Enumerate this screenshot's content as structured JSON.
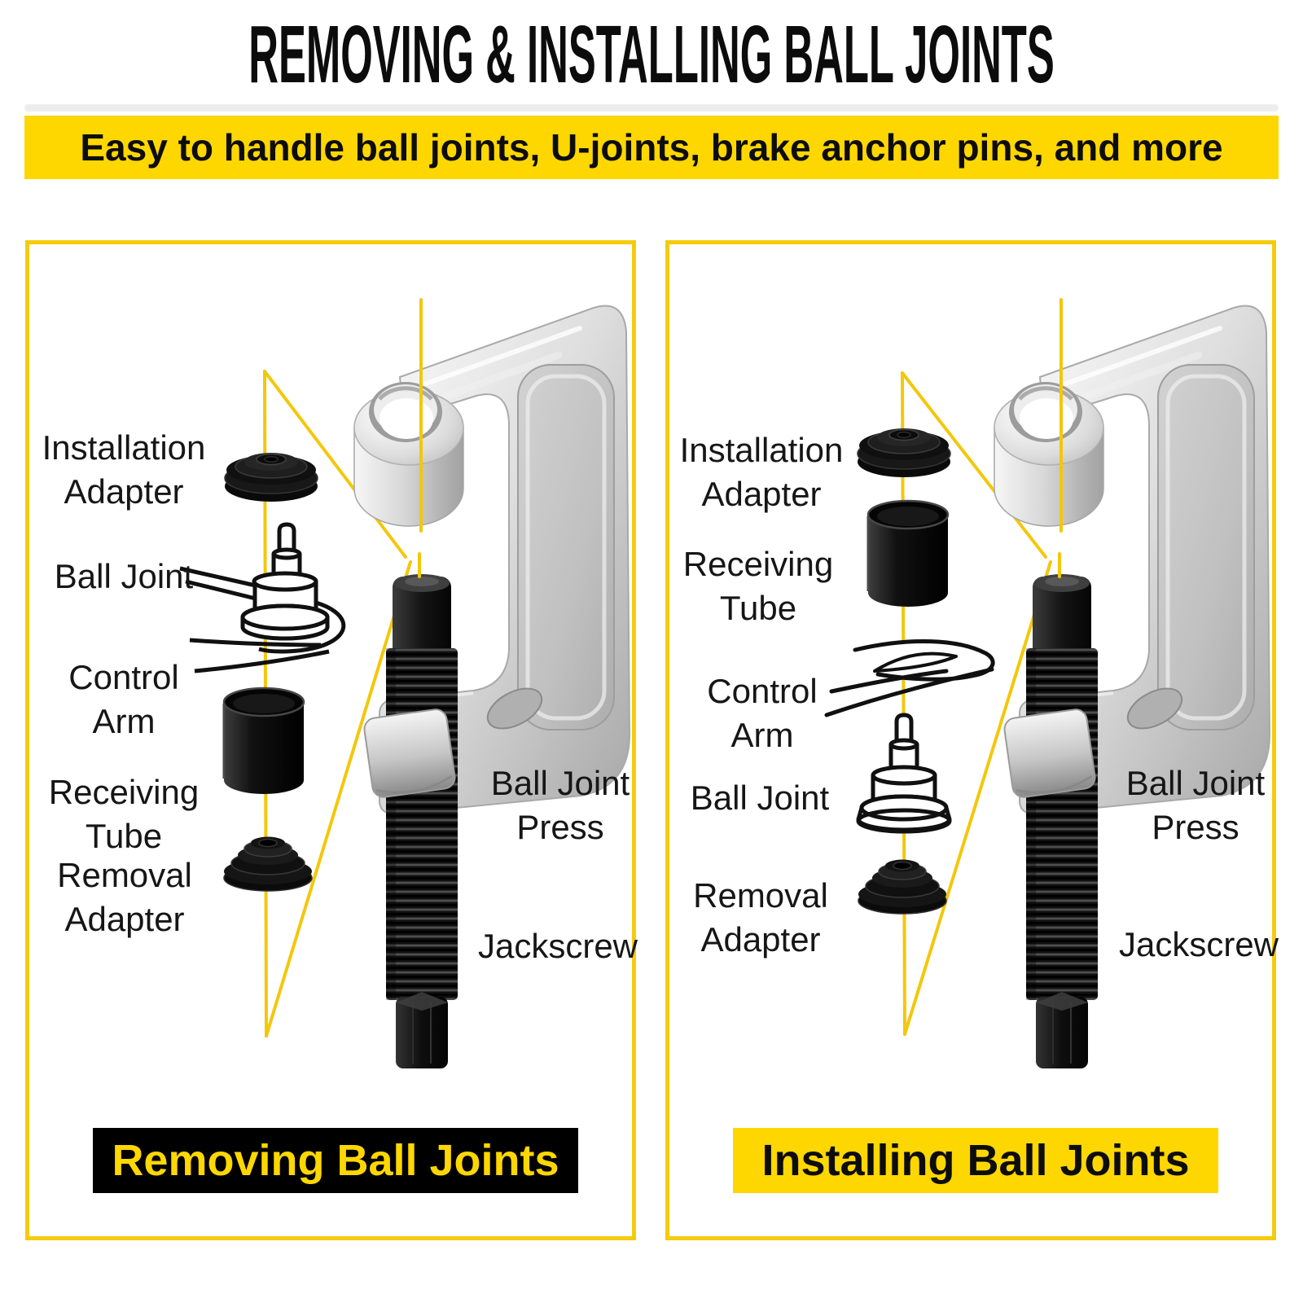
{
  "header": {
    "title": "REMOVING & INSTALLING BALL JOINTS",
    "subtitle": "Easy to handle ball joints, U-joints, brake anchor pins, and more"
  },
  "colors": {
    "accent_yellow": "#FFD700",
    "panel_border_yellow": "#F5CB0D",
    "guide_line_yellow": "#F3C70C",
    "caption_black": "#000000",
    "text_black": "#161616",
    "steel_silver": "#D9D9D9",
    "part_black": "#111111"
  },
  "panels": [
    {
      "name": "removing-ball-joints",
      "caption": "Removing Ball Joints",
      "part_labels": [
        {
          "id": "installation-adapter",
          "lines": [
            "Installation",
            "Adapter"
          ]
        },
        {
          "id": "ball-joint",
          "lines": [
            "Ball Joint"
          ]
        },
        {
          "id": "control-arm",
          "lines": [
            "Control",
            "Arm"
          ]
        },
        {
          "id": "receiving-tube",
          "lines": [
            "Receiving",
            "Tube"
          ]
        },
        {
          "id": "removal-adapter",
          "lines": [
            "Removal",
            "Adapter"
          ]
        },
        {
          "id": "ball-joint-press",
          "lines": [
            "Ball Joint",
            "Press"
          ]
        },
        {
          "id": "jackscrew",
          "lines": [
            "Jackscrew"
          ]
        }
      ]
    },
    {
      "name": "installing-ball-joints",
      "caption": "Installing Ball Joints",
      "part_labels": [
        {
          "id": "installation-adapter",
          "lines": [
            "Installation",
            "Adapter"
          ]
        },
        {
          "id": "receiving-tube",
          "lines": [
            "Receiving",
            "Tube"
          ]
        },
        {
          "id": "control-arm",
          "lines": [
            "Control",
            "Arm"
          ]
        },
        {
          "id": "ball-joint",
          "lines": [
            "Ball Joint"
          ]
        },
        {
          "id": "removal-adapter",
          "lines": [
            "Removal",
            "Adapter"
          ]
        },
        {
          "id": "ball-joint-press",
          "lines": [
            "Ball Joint",
            "Press"
          ]
        },
        {
          "id": "jackscrew",
          "lines": [
            "Jackscrew"
          ]
        }
      ]
    }
  ]
}
